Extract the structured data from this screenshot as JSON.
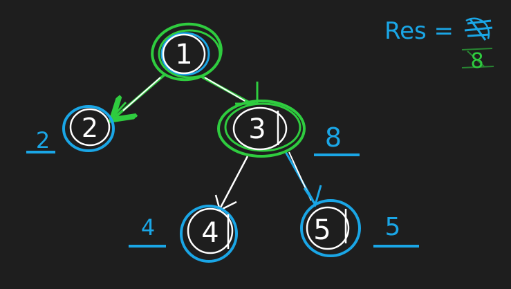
{
  "colors": {
    "background": "#1e1e1e",
    "node_stroke": "#ffffff",
    "highlight_green": "#2fcc3f",
    "annotation_blue": "#1aa6e6"
  },
  "result": {
    "label": "Res =",
    "value": "8"
  },
  "nodes": [
    {
      "id": "1",
      "label": "1"
    },
    {
      "id": "2",
      "label": "2"
    },
    {
      "id": "3",
      "label": "3"
    },
    {
      "id": "4",
      "label": "4"
    },
    {
      "id": "5",
      "label": "5"
    }
  ],
  "side_values": {
    "node2": "2",
    "node3": "8",
    "node4": "4",
    "node5": "5"
  }
}
